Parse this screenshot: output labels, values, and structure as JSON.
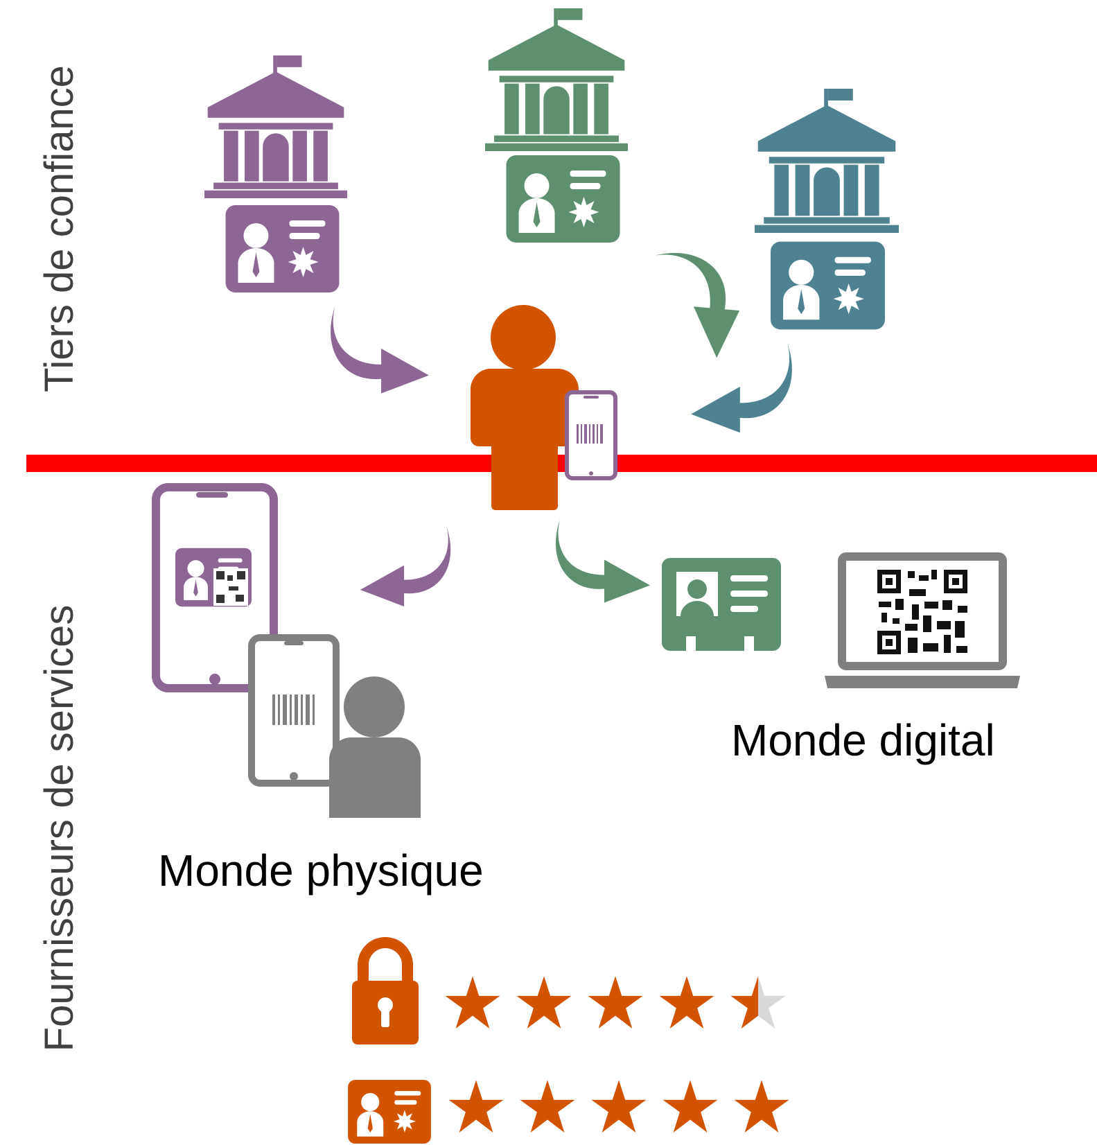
{
  "labels": {
    "top_zone": "Tiers de confiance",
    "bottom_zone": "Fournisseurs de services",
    "digital_world": "Monde digital",
    "physical_world": "Monde physique"
  },
  "colors": {
    "purple": "#8c6793",
    "green": "#5e9070",
    "teal": "#4e8291",
    "orange": "#d35400",
    "gray": "#808080",
    "divider": "#ff0000",
    "star_empty": "#d8d8d8"
  },
  "ratings": {
    "security": {
      "icon": "lock-icon",
      "value": 4.5,
      "max": 5
    },
    "identity": {
      "icon": "id-card-icon",
      "value": 5,
      "max": 5
    }
  },
  "icons": {
    "issuers": [
      "bank-building-icon",
      "bank-building-icon",
      "bank-building-icon"
    ],
    "user": "person-icon",
    "phone": "smartphone-icon",
    "laptop": "laptop-icon",
    "qr": "qr-code-icon"
  }
}
